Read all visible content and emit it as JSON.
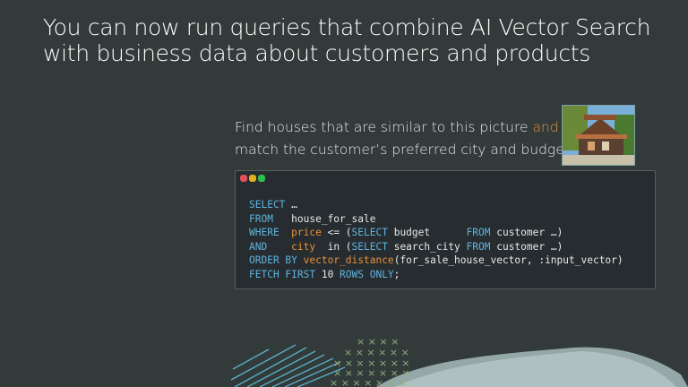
{
  "slide": {
    "title_line1": "You can now run queries that combine AI Vector Search",
    "title_line2": "with business data about customers and products",
    "subtitle_pre": "Find houses that are similar to this picture ",
    "subtitle_accent": "and",
    "subtitle_line2": "match the customer’s preferred city and budget",
    "image_icon": "house-photo"
  },
  "code": {
    "lines": [
      [
        {
          "t": "SELECT",
          "c": "k"
        },
        {
          "t": " …",
          "c": ""
        }
      ],
      [
        {
          "t": "FROM",
          "c": "k"
        },
        {
          "t": "   house_for_sale",
          "c": ""
        }
      ],
      [
        {
          "t": "WHERE",
          "c": "k"
        },
        {
          "t": "  ",
          "c": ""
        },
        {
          "t": "price",
          "c": "o"
        },
        {
          "t": " <= (",
          "c": ""
        },
        {
          "t": "SELECT",
          "c": "k"
        },
        {
          "t": " budget      ",
          "c": ""
        },
        {
          "t": "FROM",
          "c": "k"
        },
        {
          "t": " customer …)",
          "c": ""
        }
      ],
      [
        {
          "t": "AND",
          "c": "k"
        },
        {
          "t": "    ",
          "c": ""
        },
        {
          "t": "city",
          "c": "o"
        },
        {
          "t": "  in (",
          "c": ""
        },
        {
          "t": "SELECT",
          "c": "k"
        },
        {
          "t": " search_city ",
          "c": ""
        },
        {
          "t": "FROM",
          "c": "k"
        },
        {
          "t": " customer …)",
          "c": ""
        }
      ],
      [
        {
          "t": "ORDER BY",
          "c": "k"
        },
        {
          "t": " ",
          "c": ""
        },
        {
          "t": "vector_distance",
          "c": "o"
        },
        {
          "t": "(for_sale_house_vector, :input_vector)",
          "c": ""
        }
      ],
      [
        {
          "t": "FETCH FIRST",
          "c": "k"
        },
        {
          "t": " 10 ",
          "c": ""
        },
        {
          "t": "ROWS ONLY",
          "c": "k"
        },
        {
          "t": ";",
          "c": ""
        }
      ]
    ],
    "dot_colors": [
      "#e0505a",
      "#e0b020",
      "#30c050"
    ]
  }
}
